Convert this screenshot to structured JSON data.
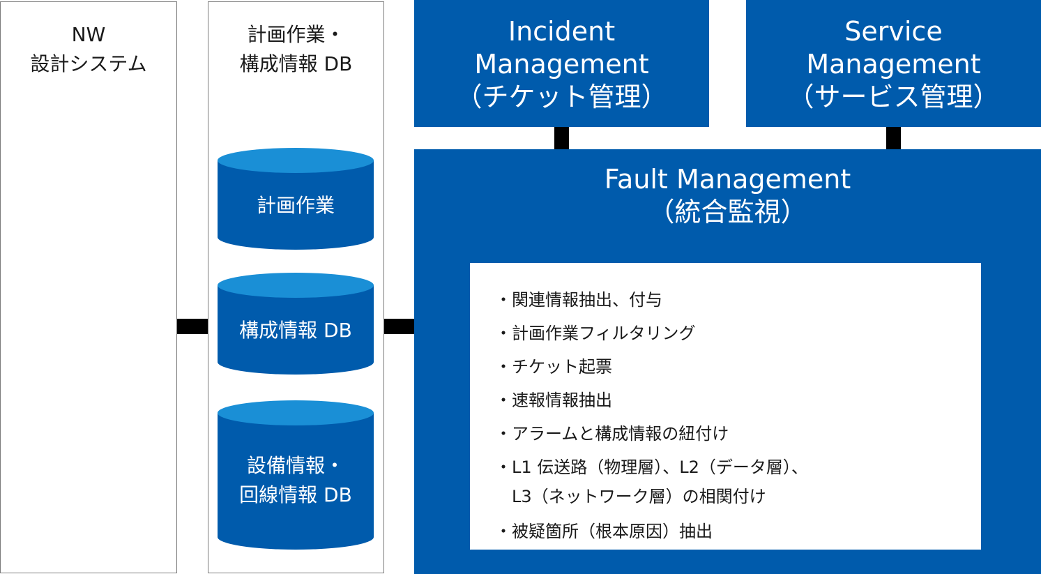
{
  "colors": {
    "blue_dark": "#005bac",
    "blue_cylinder": "#005bac",
    "blue_cylinder_top": "#1a8fd6",
    "connector": "#000000",
    "outline": "#7a7a7a"
  },
  "nw_design": {
    "title_line1": "NW",
    "title_line2": "設計システム"
  },
  "planning_db": {
    "title_line1": "計画作業・",
    "title_line2": "構成情報 DB",
    "databases": [
      {
        "line1": "計画作業",
        "line2": ""
      },
      {
        "line1": "構成情報 DB",
        "line2": ""
      },
      {
        "line1": "設備情報・",
        "line2": "回線情報 DB"
      }
    ]
  },
  "incident": {
    "line1": "Incident",
    "line2": "Management",
    "line3": "（チケット管理）"
  },
  "service": {
    "line1": "Service",
    "line2": "Management",
    "line3": "（サービス管理）"
  },
  "fault": {
    "line1": "Fault Management",
    "line2": "（統合監視）",
    "bullet": "・",
    "functions": [
      {
        "text": "関連情報抽出、付与",
        "cont": ""
      },
      {
        "text": "計画作業フィルタリング",
        "cont": ""
      },
      {
        "text": "チケット起票",
        "cont": ""
      },
      {
        "text": "速報情報抽出",
        "cont": ""
      },
      {
        "text": "アラームと構成情報の紐付け",
        "cont": ""
      },
      {
        "text": "L1 伝送路（物理層）、L2（データ層）、",
        "cont": "L3（ネットワーク層）の相関付け"
      },
      {
        "text": "被疑箇所（根本原因）抽出",
        "cont": ""
      }
    ]
  }
}
